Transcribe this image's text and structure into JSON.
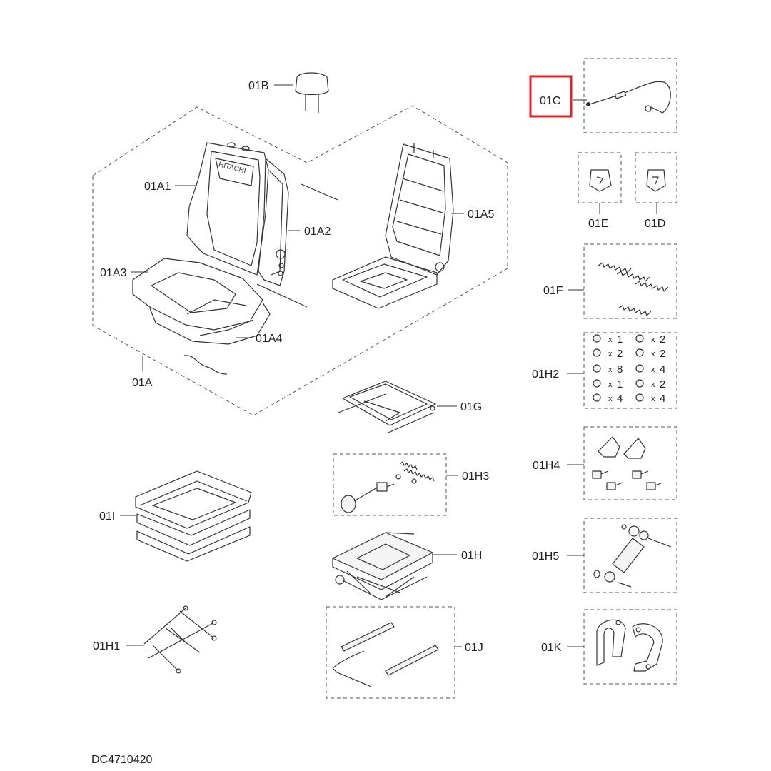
{
  "labels": {
    "a": "01A",
    "a1": "01A1",
    "a2": "01A2",
    "a3": "01A3",
    "a4": "01A4",
    "a5": "01A5",
    "b": "01B",
    "c": "01C",
    "d": "01D",
    "e": "01E",
    "f": "01F",
    "g": "01G",
    "h": "01H",
    "h1": "01H1",
    "h2": "01H2",
    "h3": "01H3",
    "h4": "01H4",
    "h5": "01H5",
    "i": "01I",
    "j": "01J",
    "k": "01K"
  },
  "seat_brand": "HITACHI",
  "highlighted_part": "01C",
  "highlight_color": "#e0202a",
  "hardware_kit": [
    {
      "qty": "1"
    },
    {
      "qty": "2"
    },
    {
      "qty": "2"
    },
    {
      "qty": "2"
    },
    {
      "qty": "8"
    },
    {
      "qty": "4"
    },
    {
      "qty": "1"
    },
    {
      "qty": "2"
    },
    {
      "qty": "4"
    },
    {
      "qty": "4"
    }
  ],
  "qty_prefix": "x",
  "drawing_code": "DC4710420"
}
